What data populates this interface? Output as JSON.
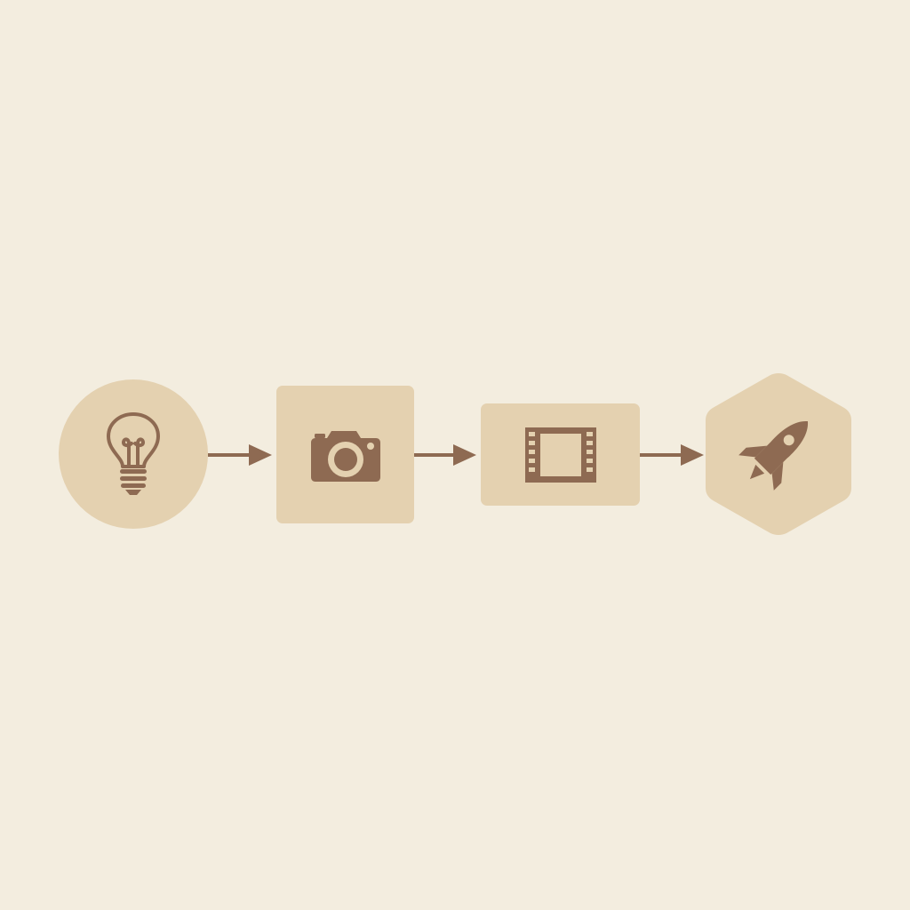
{
  "diagram": {
    "type": "linear-process-flow",
    "background_color": "#f3eddf",
    "node_fill_color": "#e4d1b0",
    "icon_color": "#8e6a52",
    "nodes": [
      {
        "id": "idea",
        "shape": "circle",
        "icon": "lightbulb-icon"
      },
      {
        "id": "capture",
        "shape": "rounded-square",
        "icon": "camera-icon"
      },
      {
        "id": "produce",
        "shape": "rounded-rectangle",
        "icon": "film-strip-icon"
      },
      {
        "id": "launch",
        "shape": "hexagon",
        "icon": "rocket-icon"
      }
    ],
    "edges": [
      {
        "from": "idea",
        "to": "capture"
      },
      {
        "from": "capture",
        "to": "produce"
      },
      {
        "from": "produce",
        "to": "launch"
      }
    ]
  }
}
